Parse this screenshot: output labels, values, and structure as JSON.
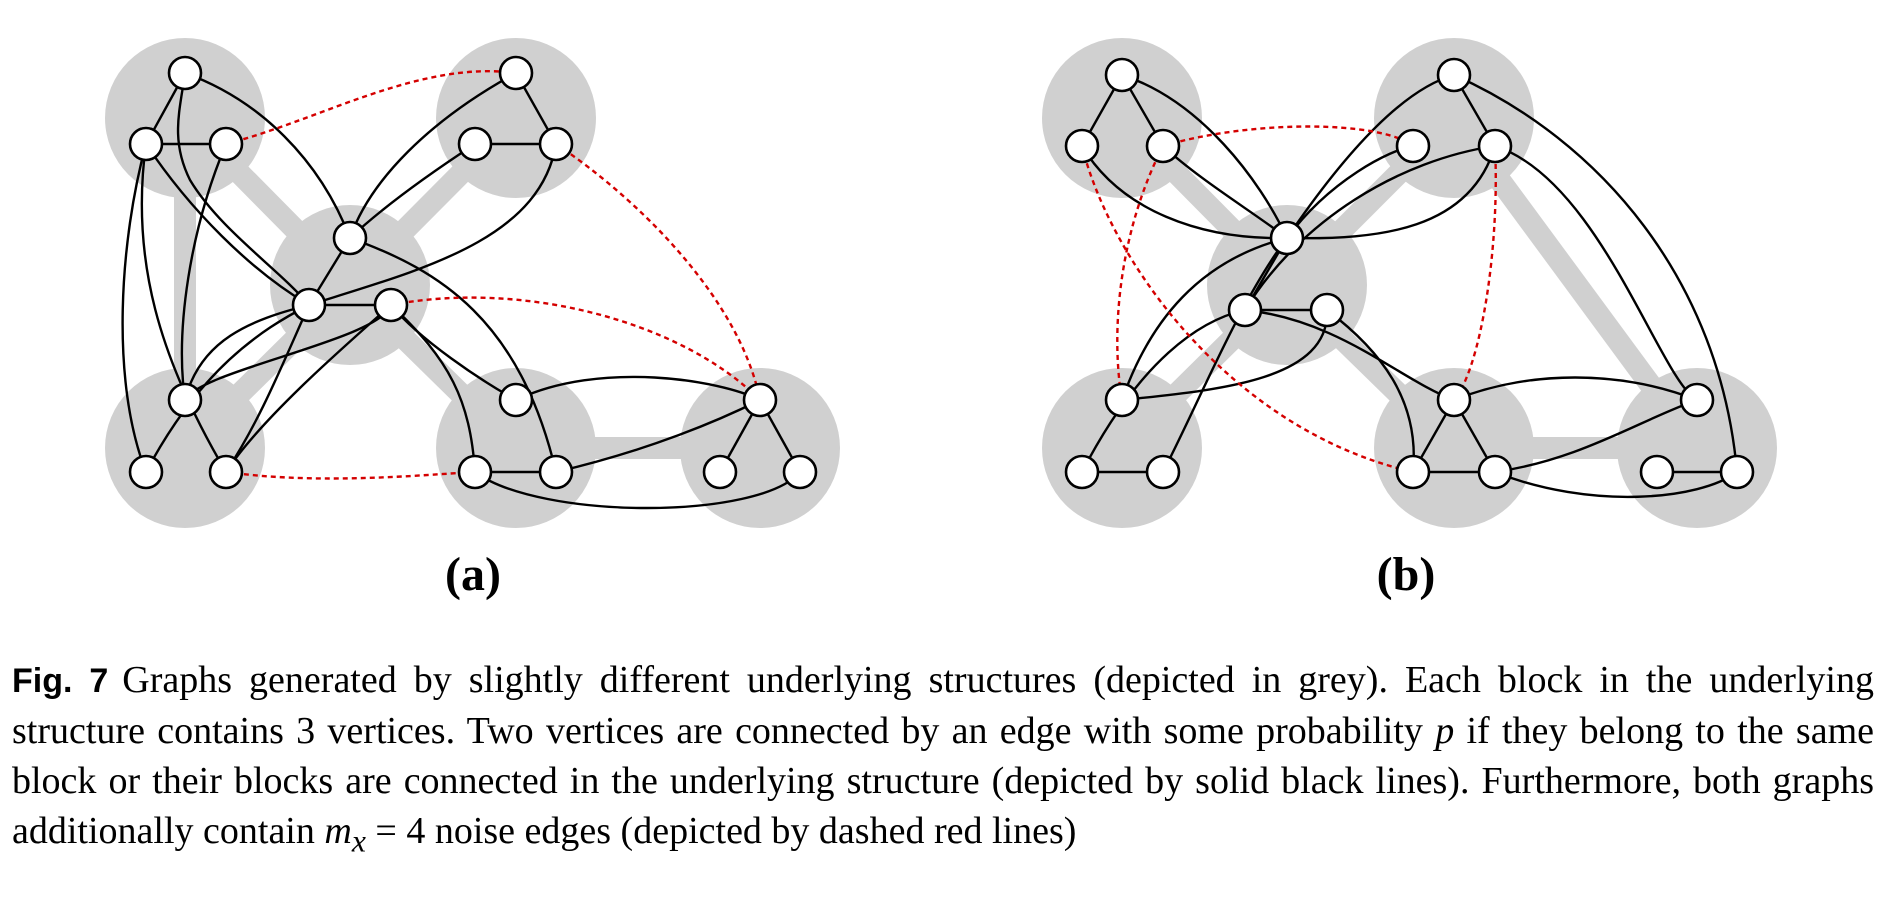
{
  "panels": [
    {
      "label": "(a)"
    },
    {
      "label": "(b)"
    }
  ],
  "caption": {
    "fig_tag": "Fig. 7",
    "text_1": "Graphs generated by slightly different underlying structures (depicted in grey). Each block in the underlying structure contains 3 vertices. Two vertices are connected by an edge with some probability ",
    "p_symbol": "p",
    "text_2": " if they belong to the same block or their blocks are connected in the underlying structure (depicted by solid black lines). Furthermore, both graphs additionally contain ",
    "math_expr": "m",
    "math_sub": "x",
    "math_rest": " = 4",
    "text_3": " noise edges (depicted by dashed red lines)"
  },
  "colors": {
    "block": "#d0d0d0",
    "edge": "#000000",
    "noise_edge": "#d40000",
    "vertex_fill": "#ffffff"
  }
}
